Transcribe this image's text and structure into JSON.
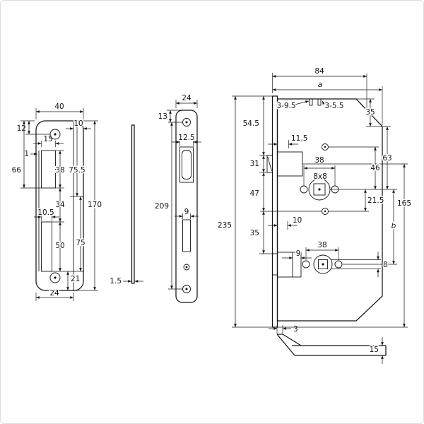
{
  "drawing_title": "mortise-lock-dimension-drawing",
  "ink": "#141414",
  "strike_plate": {
    "dims": {
      "total_width": "40",
      "top_hole_offset": "12",
      "lip_width": "10",
      "latch_cutout_width": "15",
      "top_to_cutout": "66",
      "edge_gap": "1",
      "latch_cutout_height": "38",
      "upper_length": "75.5",
      "between_cutouts": "34",
      "total_length": "170",
      "bolt_cutout_width": "10.5",
      "bolt_cutout_height": "50",
      "lower_length": "75",
      "bottom_edge": "21",
      "plate_width": "24"
    }
  },
  "strike_side": {
    "thickness": "1.5"
  },
  "faceplate": {
    "dims": {
      "width": "24",
      "top_hole_offset": "13",
      "latch_opening_width": "12.5",
      "hole_distance": "209",
      "bolt_opening_width": "9"
    }
  },
  "lock_case": {
    "dims": {
      "case_depth": "84",
      "backset": "a",
      "slot_left": "3-9.5",
      "slot_right": "3-5.5",
      "top_right": "35",
      "top_to_latch": "54.5",
      "front_inset": "11.5",
      "upper_right": "63",
      "latch_height": "31",
      "upper_hole_spacing": "38",
      "post_to_follower": "46",
      "follower_square": "8x8",
      "latch_to_mid": "47",
      "follower_to_post": "21.5",
      "case_height": "165",
      "bolt_inset": "10",
      "centre_distance": "b",
      "mid_to_bolt": "35",
      "lower_hole_spacing": "38",
      "bolt_step": "9",
      "hub_square": "8",
      "total_height": "235"
    }
  },
  "lip_detail": {
    "thickness": "3",
    "lip_width": "15"
  }
}
